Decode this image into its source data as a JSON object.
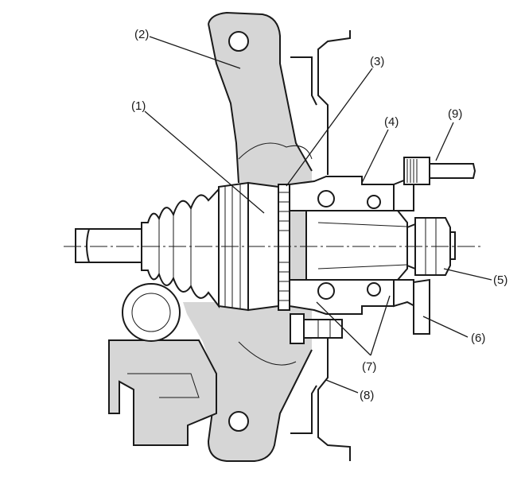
{
  "diagram": {
    "labels": [
      {
        "id": "1",
        "text": "(1)"
      },
      {
        "id": "2",
        "text": "(2)"
      },
      {
        "id": "3",
        "text": "(3)"
      },
      {
        "id": "4",
        "text": "(4)"
      },
      {
        "id": "5",
        "text": "(5)"
      },
      {
        "id": "6",
        "text": "(6)"
      },
      {
        "id": "7",
        "text": "(7)"
      },
      {
        "id": "8",
        "text": "(8)"
      },
      {
        "id": "9",
        "text": "(9)"
      }
    ]
  },
  "colors": {
    "line": "#1a1a1a",
    "shade": "#d6d6d6",
    "background": "#ffffff"
  }
}
